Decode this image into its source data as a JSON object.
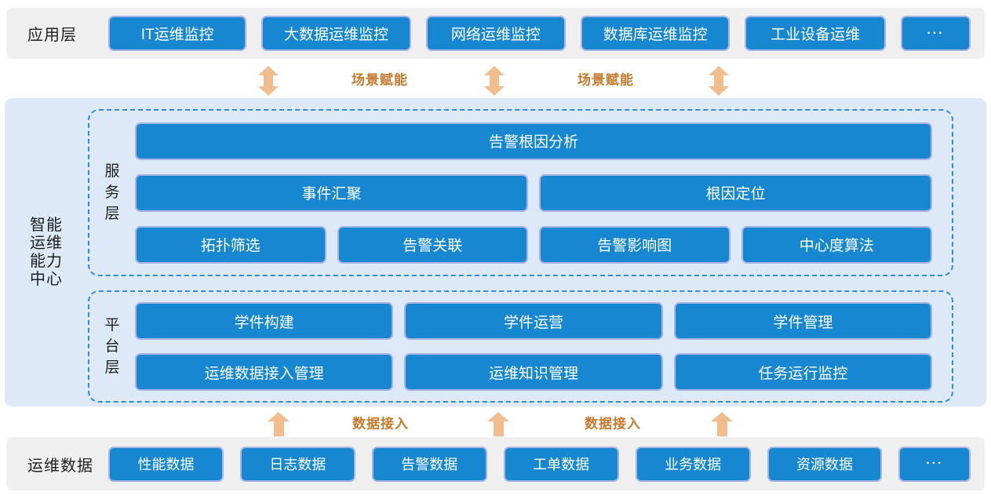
{
  "colors": {
    "box_blue": "#1787d1",
    "box_border": "#a7b4e4",
    "band_gray": "#efefef",
    "center_background": "#dde9f7",
    "dashed_border": "#2e8fd8",
    "arrow_orange": "#f2bd8d",
    "flow_label_orange": "#c7792b"
  },
  "app_layer": {
    "label": "应用层",
    "boxes": [
      "IT运维监控",
      "大数据运维监控",
      "网络运维监控",
      "数据库运维监控",
      "工业设备运维",
      "···"
    ]
  },
  "scene_empowerment": {
    "labels": [
      "场景赋能",
      "场景赋能"
    ]
  },
  "capability_center": {
    "title": "智能运维能力中心",
    "service_layer": {
      "label": "服务层",
      "row1": [
        "告警根因分析"
      ],
      "row2": [
        "事件汇聚",
        "根因定位"
      ],
      "row3": [
        "拓扑筛选",
        "告警关联",
        "告警影响图",
        "中心度算法"
      ]
    },
    "platform_layer": {
      "label": "平台层",
      "row1": [
        "学件构建",
        "学件运营",
        "学件管理"
      ],
      "row2": [
        "运维数据接入管理",
        "运维知识管理",
        "任务运行监控"
      ]
    }
  },
  "data_access": {
    "labels": [
      "数据接入",
      "数据接入"
    ]
  },
  "data_layer": {
    "label": "运维数据",
    "boxes": [
      "性能数据",
      "日志数据",
      "告警数据",
      "工单数据",
      "业务数据",
      "资源数据",
      "···"
    ]
  }
}
